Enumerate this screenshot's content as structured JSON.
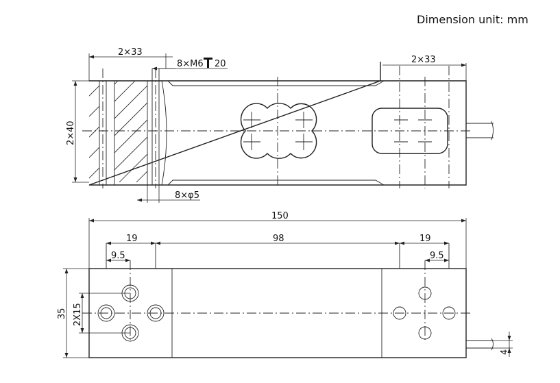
{
  "note": {
    "unit": "Dimension unit: mm"
  },
  "top_view": {
    "dim_top_left": "2×33",
    "dim_thread": "8×M6",
    "dim_thread_depth": "20",
    "dim_top_right": "2×33",
    "dim_height": "2×40",
    "dim_holes": "8×φ5"
  },
  "bottom_view": {
    "dim_length": "150",
    "dim_left_spacing": "19",
    "dim_middle": "98",
    "dim_right_spacing": "19",
    "dim_left_offset": "9.5",
    "dim_right_offset": "9.5",
    "dim_width": "35",
    "dim_hole_spacing": "2X15",
    "dim_cable": "4"
  }
}
